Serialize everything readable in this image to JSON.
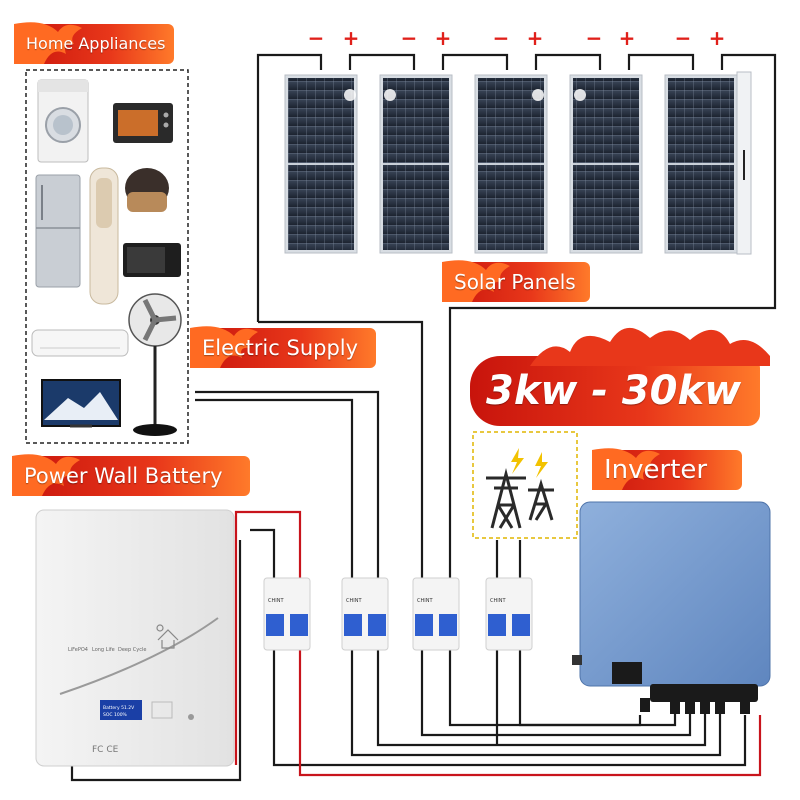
{
  "labels": {
    "home_appliances": "Home Appliances",
    "solar_panels": "Solar Panels",
    "electric_supply": "Electric Supply",
    "power_range": "3kw - 30kw",
    "inverter": "Inverter",
    "battery": "Power Wall Battery"
  },
  "polarity": {
    "minus": "−",
    "plus": "+"
  },
  "battery_panel": {
    "tags": [
      "LiFePO4",
      "Long Life",
      "Deep Cycle"
    ],
    "screen_line1": "Battery 51.2V",
    "screen_line2": "SOC 100%",
    "cert_marks": "FC CE"
  },
  "breaker_brand": "CHINT",
  "colors": {
    "flame_red": "#d8200f",
    "flame_orange": "#ff7a2a",
    "wire_black": "#1a1a1a",
    "wire_red": "#c8141c",
    "polarity_red": "#e0201a",
    "inverter_blue": "#7fa3d0",
    "breaker_blue": "#2f5fd0",
    "grid_box_border": "#e8c840"
  },
  "icons": [
    "washing-machine-icon",
    "oven-icon",
    "fridge-icon",
    "air-purifier-icon",
    "rice-cooker-icon",
    "microwave-icon",
    "fan-icon",
    "air-conditioner-icon",
    "tv-icon",
    "power-tower-icon",
    "lightning-icon"
  ]
}
